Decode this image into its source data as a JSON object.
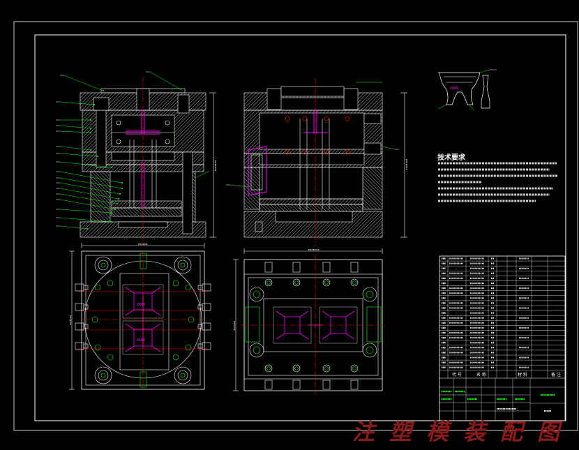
{
  "drawing_title": "注塑模装配图",
  "tech_requirements": {
    "heading": "技术要求"
  },
  "title_block": {
    "col_code": "代 号",
    "col_name": "名 称",
    "col_material": "材 料",
    "col_remark": "备 注"
  },
  "part_marking": "XXXX",
  "colors": {
    "background": "#000000",
    "outline": "#ffffff",
    "leader": "#00ff00",
    "centerline": "#ff0000",
    "cavity": "#ff00ff",
    "watermark": "#8b1a1a"
  }
}
